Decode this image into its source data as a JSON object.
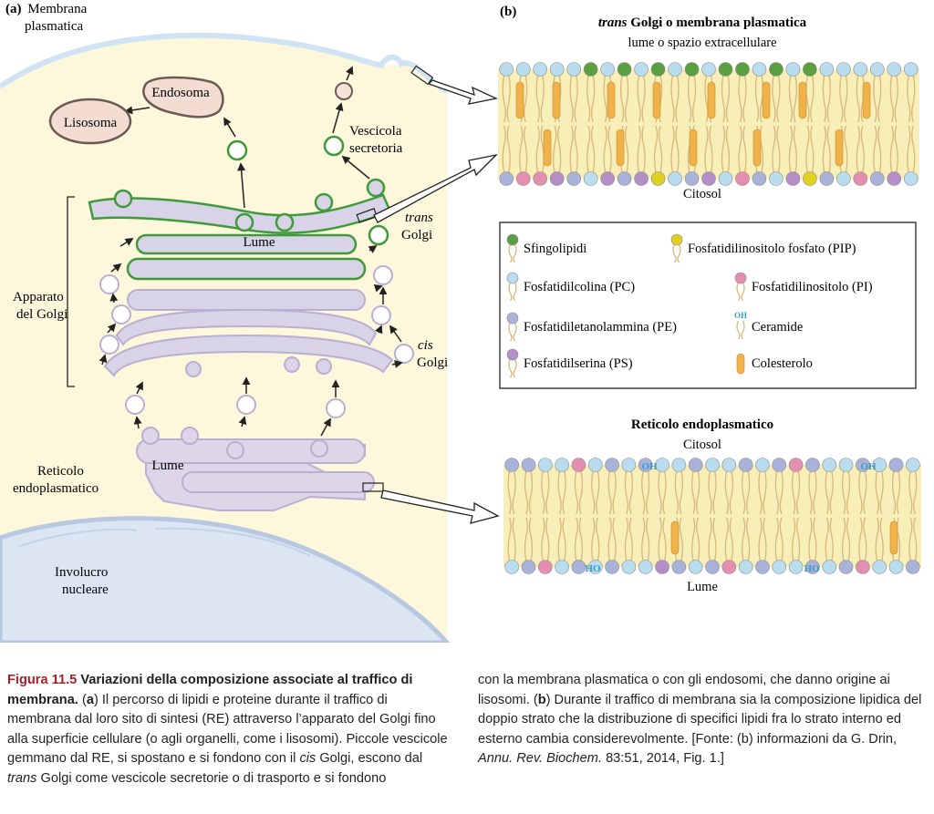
{
  "panel_a": {
    "label": "(a)",
    "membrana": [
      "Membrana",
      "plasmatica"
    ],
    "endosoma": "Endosoma",
    "lisosoma": "Lisosoma",
    "vescicola": [
      "Vescicola",
      "secretoria"
    ],
    "lume_golgi": "Lume",
    "trans_golgi": [
      "trans",
      "Golgi"
    ],
    "apparato": [
      "Apparato",
      "del Golgi"
    ],
    "cis_golgi": [
      "cis",
      "Golgi"
    ],
    "lume_re": "Lume",
    "reticolo": [
      "Reticolo",
      "endoplasmatico"
    ],
    "involucro": [
      "Involucro",
      "nucleare"
    ]
  },
  "panel_b": {
    "label": "(b)",
    "title_italic": "trans",
    "title_rest": " Golgi o membrana plasmatica",
    "subtitle": "lume o spazio extracellulare",
    "citosol_top": "Citosol",
    "re_title": "Reticolo endoplasmatico",
    "re_citosol": "Citosol",
    "re_lume": "Lume",
    "oh": "OH",
    "ho": "HO"
  },
  "legend": {
    "items": [
      {
        "label": "Sfingolipidi",
        "color": "#5aa040"
      },
      {
        "label": "Fosfatidilinositolo fosfato (PIP)",
        "color": "#e0d020"
      },
      {
        "label": "Fosfatidilcolina (PC)",
        "color": "#b9dcef"
      },
      {
        "label": "Fosfatidilinositolo (PI)",
        "color": "#e58fb0"
      },
      {
        "label": "Fosfatidiletanolammina (PE)",
        "color": "#a9b2d8"
      },
      {
        "label": "Ceramide",
        "color": "#3a9ac8"
      },
      {
        "label": "Fosfatidilserina (PS)",
        "color": "#b38ec8"
      },
      {
        "label": "Colesterolo",
        "color": "#f0b24a"
      }
    ],
    "oh_mark": "OH"
  },
  "caption": {
    "number": "Figura 11.5",
    "title": "Variazioni della composizione associate al traffico di membrana.",
    "a_open": "(",
    "a_letter": "a",
    "a_text_1": ") Il percorso di lipidi e proteine durante il traffico di membrana dal loro sito di sintesi (RE) attraverso l’apparato del Golgi fino alla superficie cellulare (o agli organelli, come i lisosomi). Piccole vescicole gemmano dal RE, si spostano e si fondono con il ",
    "cis": "cis",
    "a_text_2": " Golgi, escono dal ",
    "trans": "trans",
    "a_text_3": " Golgi come vescicole secretorie o di trasporto e si fondono",
    "right_1": "con la membrana plasmatica o con gli endosomi, che danno origine ai lisosomi. (",
    "b_letter": "b",
    "right_2": ") Durante il traffico di membrana sia la composizione lipidica del doppio strato che la distribuzione di specifici lipidi fra lo strato interno ed esterno cambia considerevolmente. [Fonte: (b) informazioni da G. Drin, ",
    "journal": "Annu. Rev. Biochem.",
    "right_3": " 83:51, 2014, Fig. 1.]"
  },
  "colors": {
    "cytoplasm": "#fdf7dc",
    "nucleus": "#dce6f3",
    "golgi_green": "#3f9a3c",
    "golgi_lilac": "#d8d3e6",
    "bilayer": "#f7eeb8",
    "caption_red": "#a8202a"
  }
}
